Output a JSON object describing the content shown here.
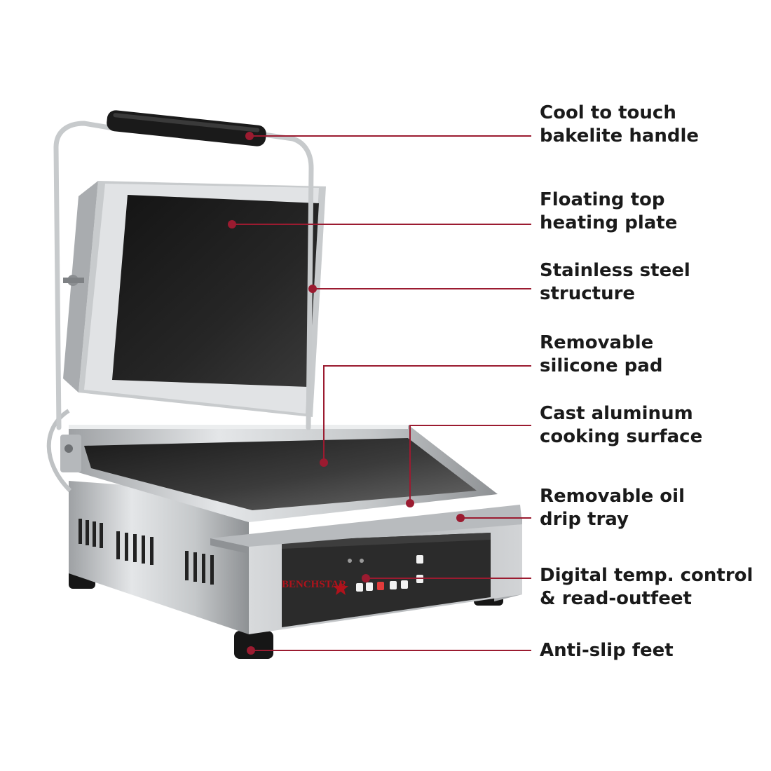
{
  "brand": {
    "name": "BENCHSTAR"
  },
  "colors": {
    "accent": "#9b1b30",
    "steel": "#c9cbcd",
    "plate": "#1c1c1c"
  },
  "callouts": [
    {
      "line1": "Cool to touch",
      "line2": "bakelite handle"
    },
    {
      "line1": "Floating top",
      "line2": "heating plate"
    },
    {
      "line1": "Stainless steel",
      "line2": "structure"
    },
    {
      "line1": "Removable",
      "line2": "silicone pad"
    },
    {
      "line1": "Cast aluminum",
      "line2": "cooking surface"
    },
    {
      "line1": "Removable oil",
      "line2": "drip tray"
    },
    {
      "line1": "Digital temp. control",
      "line2": "& read-outfeet"
    },
    {
      "line1": "Anti-slip feet",
      "line2": ""
    }
  ]
}
